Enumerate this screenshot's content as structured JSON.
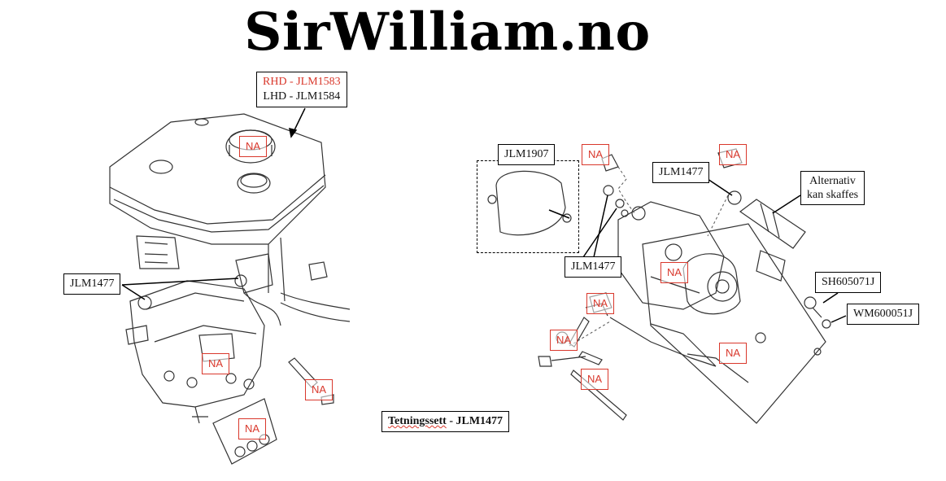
{
  "brand": "SirWilliam.no",
  "labels": {
    "reservoir_rhd": "RHD - JLM1583",
    "reservoir_lhd": "LHD - JLM1584",
    "left_seal": "JLM1477",
    "accumulator": "JLM1907",
    "right_seal_top": "JLM1477",
    "right_seal_bottom": "JLM1477",
    "alt_line1": "Alternativ",
    "alt_line2": "kan skaffes",
    "bolt": "SH605071J",
    "washer": "WM600051J"
  },
  "seal_kit": {
    "name": "Tetningssett",
    "separator": " - ",
    "part": "JLM1477"
  },
  "na_label": "NA",
  "colors": {
    "red": "#d9382c",
    "line": "#000000"
  }
}
